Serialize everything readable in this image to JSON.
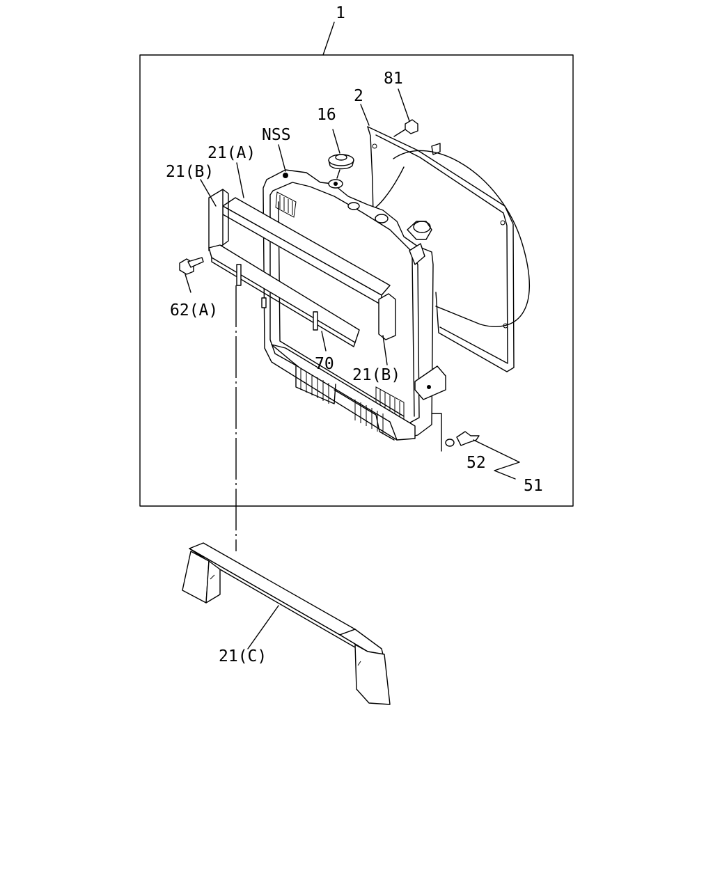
{
  "labels": {
    "assembly": "1",
    "shroud": "2",
    "bolt_top": "81",
    "cap": "16",
    "nss": "NSS",
    "bracket_a": "21(A)",
    "bracket_b_left": "21(B)",
    "bolt_left": "62(A)",
    "bar": "70",
    "bracket_b_right": "21(B)",
    "washer": "52",
    "drain_cock": "51",
    "bracket_c": "21(C)"
  }
}
